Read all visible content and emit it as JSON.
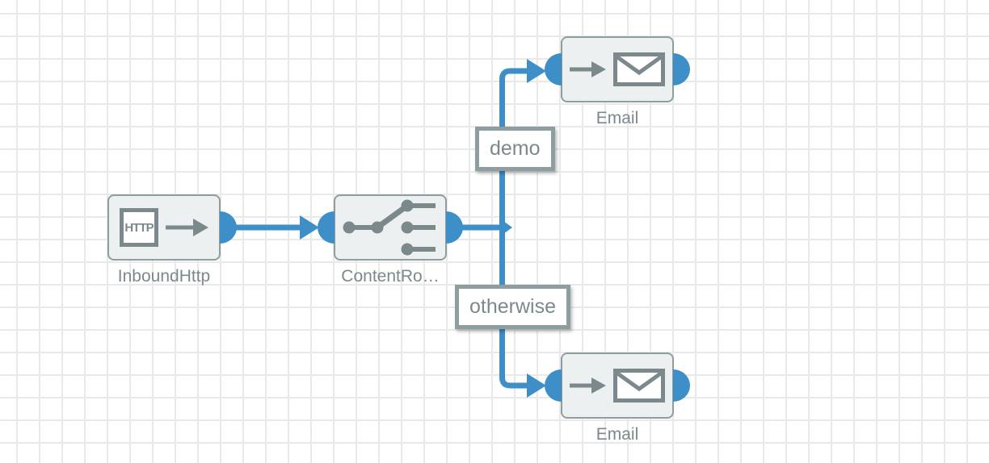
{
  "colors": {
    "accent_blue": "#3e8ec7",
    "icon_gray": "#7b898c",
    "node_fill": "#ecf0f0",
    "node_border": "#8e9d9f",
    "grid_line": "#e9e9e9",
    "edge_label_bg": "#ffffff"
  },
  "nodes": [
    {
      "id": "inbound-http",
      "label": "InboundHttp",
      "icon_text": "HTTP",
      "icons": [
        "http-badge-icon",
        "arrow-right-icon"
      ]
    },
    {
      "id": "content-router",
      "label": "ContentRo…",
      "icons": [
        "choice-switch-icon"
      ]
    },
    {
      "id": "email-top",
      "label": "Email",
      "icons": [
        "arrow-right-icon",
        "envelope-icon"
      ]
    },
    {
      "id": "email-bottom",
      "label": "Email",
      "icons": [
        "arrow-right-icon",
        "envelope-icon"
      ]
    }
  ],
  "edges": [
    {
      "id": "inbound-to-router",
      "from": "inbound-http",
      "to": "content-router",
      "label": ""
    },
    {
      "id": "router-to-email-top",
      "from": "content-router",
      "to": "email-top",
      "label": "demo"
    },
    {
      "id": "router-to-email-bottom",
      "from": "content-router",
      "to": "email-bottom",
      "label": "otherwise"
    }
  ]
}
